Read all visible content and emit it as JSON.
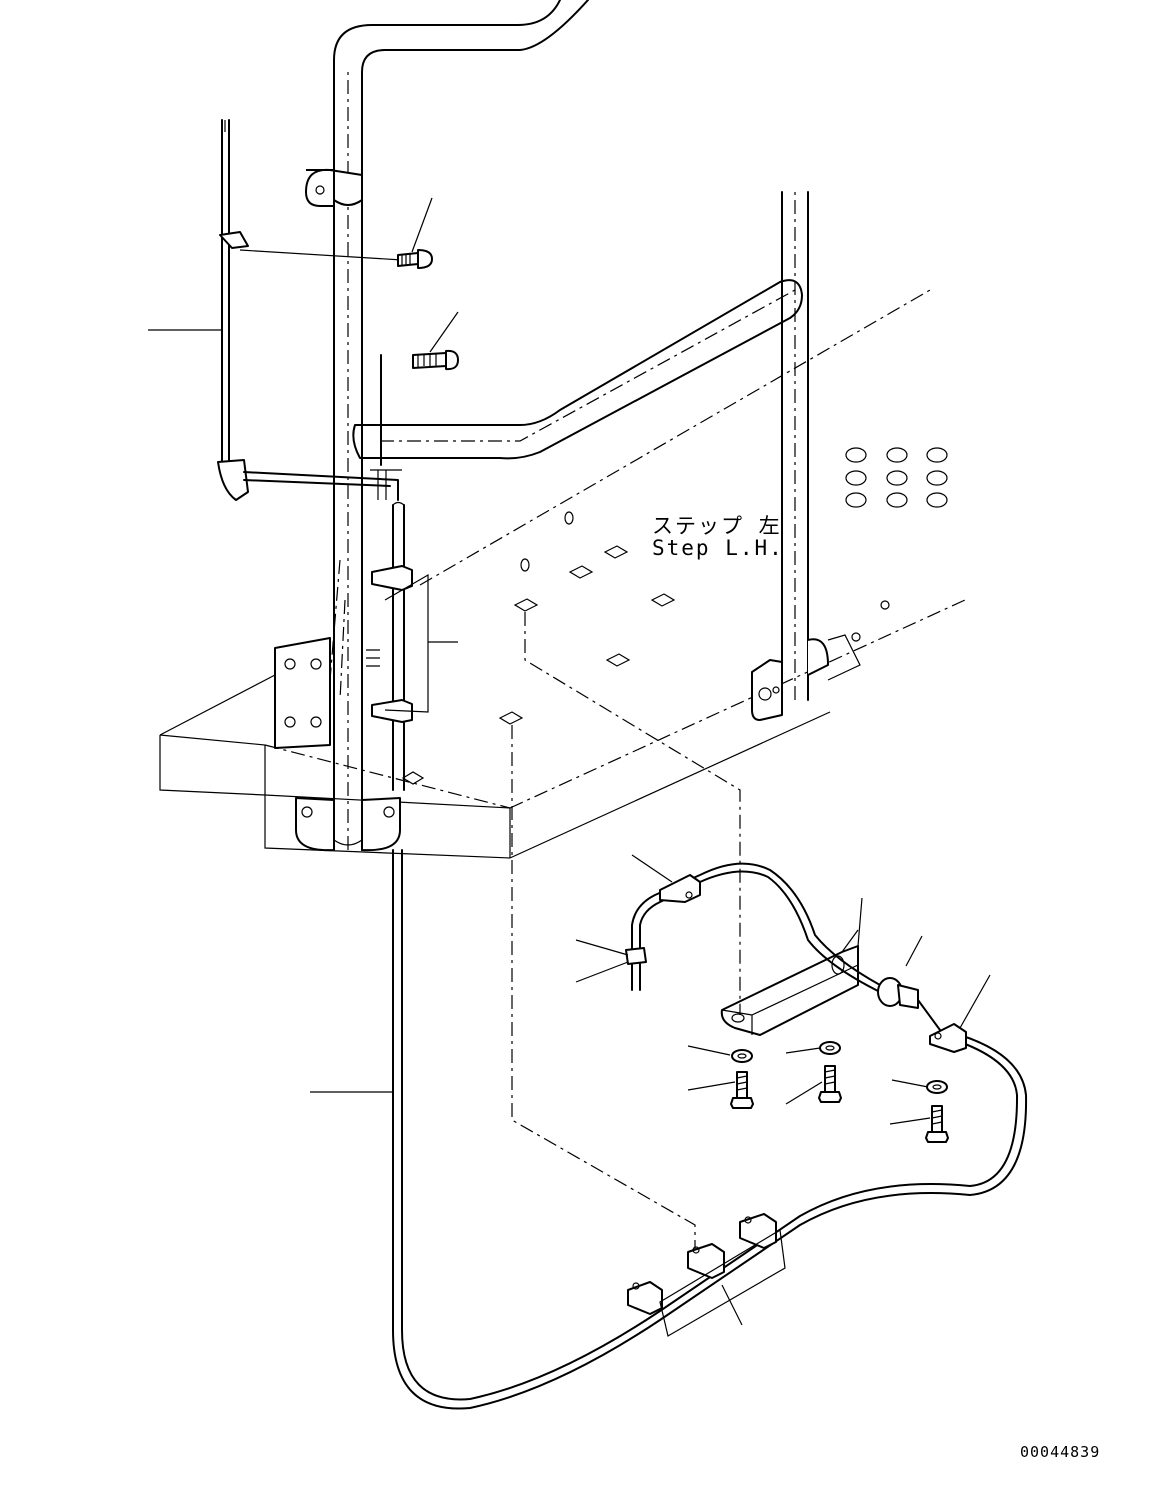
{
  "labels": {
    "part_name_jp": "ステップ 左",
    "part_name_en": "Step L.H.",
    "drawing_id": "00044839"
  }
}
